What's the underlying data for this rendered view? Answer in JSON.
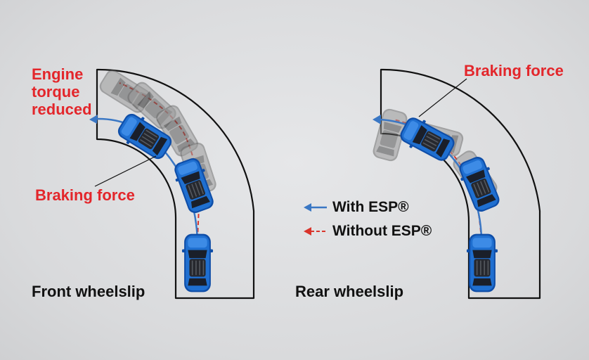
{
  "labels": {
    "engine_torque_line1": "Engine",
    "engine_torque_line2": "torque",
    "engine_torque_line3": "reduced",
    "braking_force_left": "Braking force",
    "braking_force_right": "Braking force",
    "front_wheelslip": "Front wheelslip",
    "rear_wheelslip": "Rear wheelslip"
  },
  "legend": {
    "with_esp": "With ESP®",
    "without_esp": "Without ESP®"
  },
  "colors": {
    "label_red": "#e3262b",
    "with_esp_blue": "#3a77c4",
    "without_esp_red": "#d9342b",
    "car_blue": "#1f6fd0",
    "ghost_car": "#8a8a8a",
    "road_line": "#111111"
  }
}
